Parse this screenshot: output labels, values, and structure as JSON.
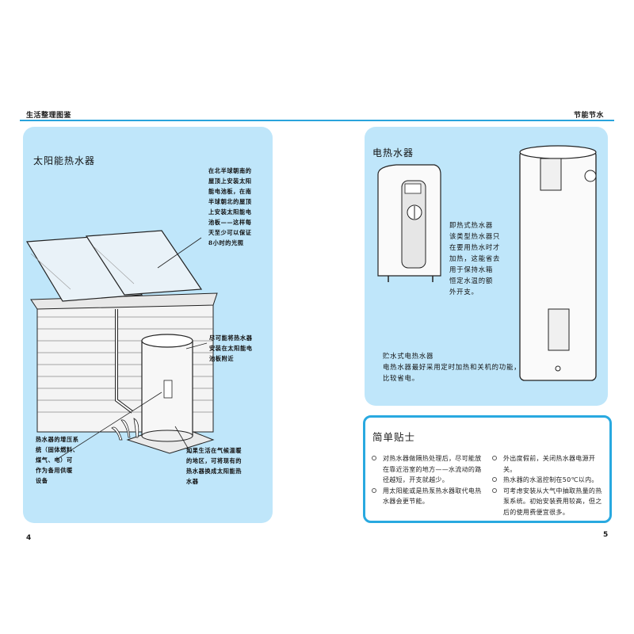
{
  "header": {
    "left_title": "生活整理图鉴",
    "right_title": "节能节水",
    "accent": "#2aa4dc"
  },
  "left_page": {
    "title": "太阳能热水器",
    "note_roof": [
      "在北半球朝南的",
      "屋顶上安装太阳",
      "能电池板，在南",
      "半球朝北的屋顶",
      "上安装太阳能电",
      "池板——这样每",
      "天至少可以保证",
      "8小时的光照"
    ],
    "note_tank": [
      "尽可能将热水器",
      "安装在太阳能电",
      "池板附近"
    ],
    "note_booster": [
      "热水器的增压系",
      "统（固体燃料、",
      "煤气、电）可",
      "作为备用供暖",
      "设备"
    ],
    "note_climate": [
      "如果生活在气候温暖",
      "的地区，可将现有的",
      "热水器换成太阳能热",
      "水器"
    ],
    "page_number": "4"
  },
  "right_page": {
    "title": "电热水器",
    "instant": {
      "lines": [
        "即热式热水器",
        "该类型热水器只",
        "在要用热水时才",
        "加热，这能省去",
        "用于保持水箱",
        "恒定水温的额",
        "外开支。"
      ]
    },
    "storage": {
      "title": "贮水式电热水器",
      "lines": [
        "电热水器最好采用定时加热和关机的功能，",
        "比较省电。"
      ]
    },
    "tips": {
      "title": "简单贴士",
      "left": [
        "对热水器做隔热处理后，尽可能放在靠近浴室的地方——水流动的路径越短，开支就越少。",
        "用太阳能或是热泵热水器取代电热水器会更节能。"
      ],
      "right": [
        "外出度假前，关闭热水器电源开关。",
        "热水器的水温控制在50℃以内。",
        "可考虑安装从大气中抽取热量的热泵系统。初始安装费用较高，但之后的使用费便宜很多。"
      ]
    },
    "page_number": "5"
  }
}
